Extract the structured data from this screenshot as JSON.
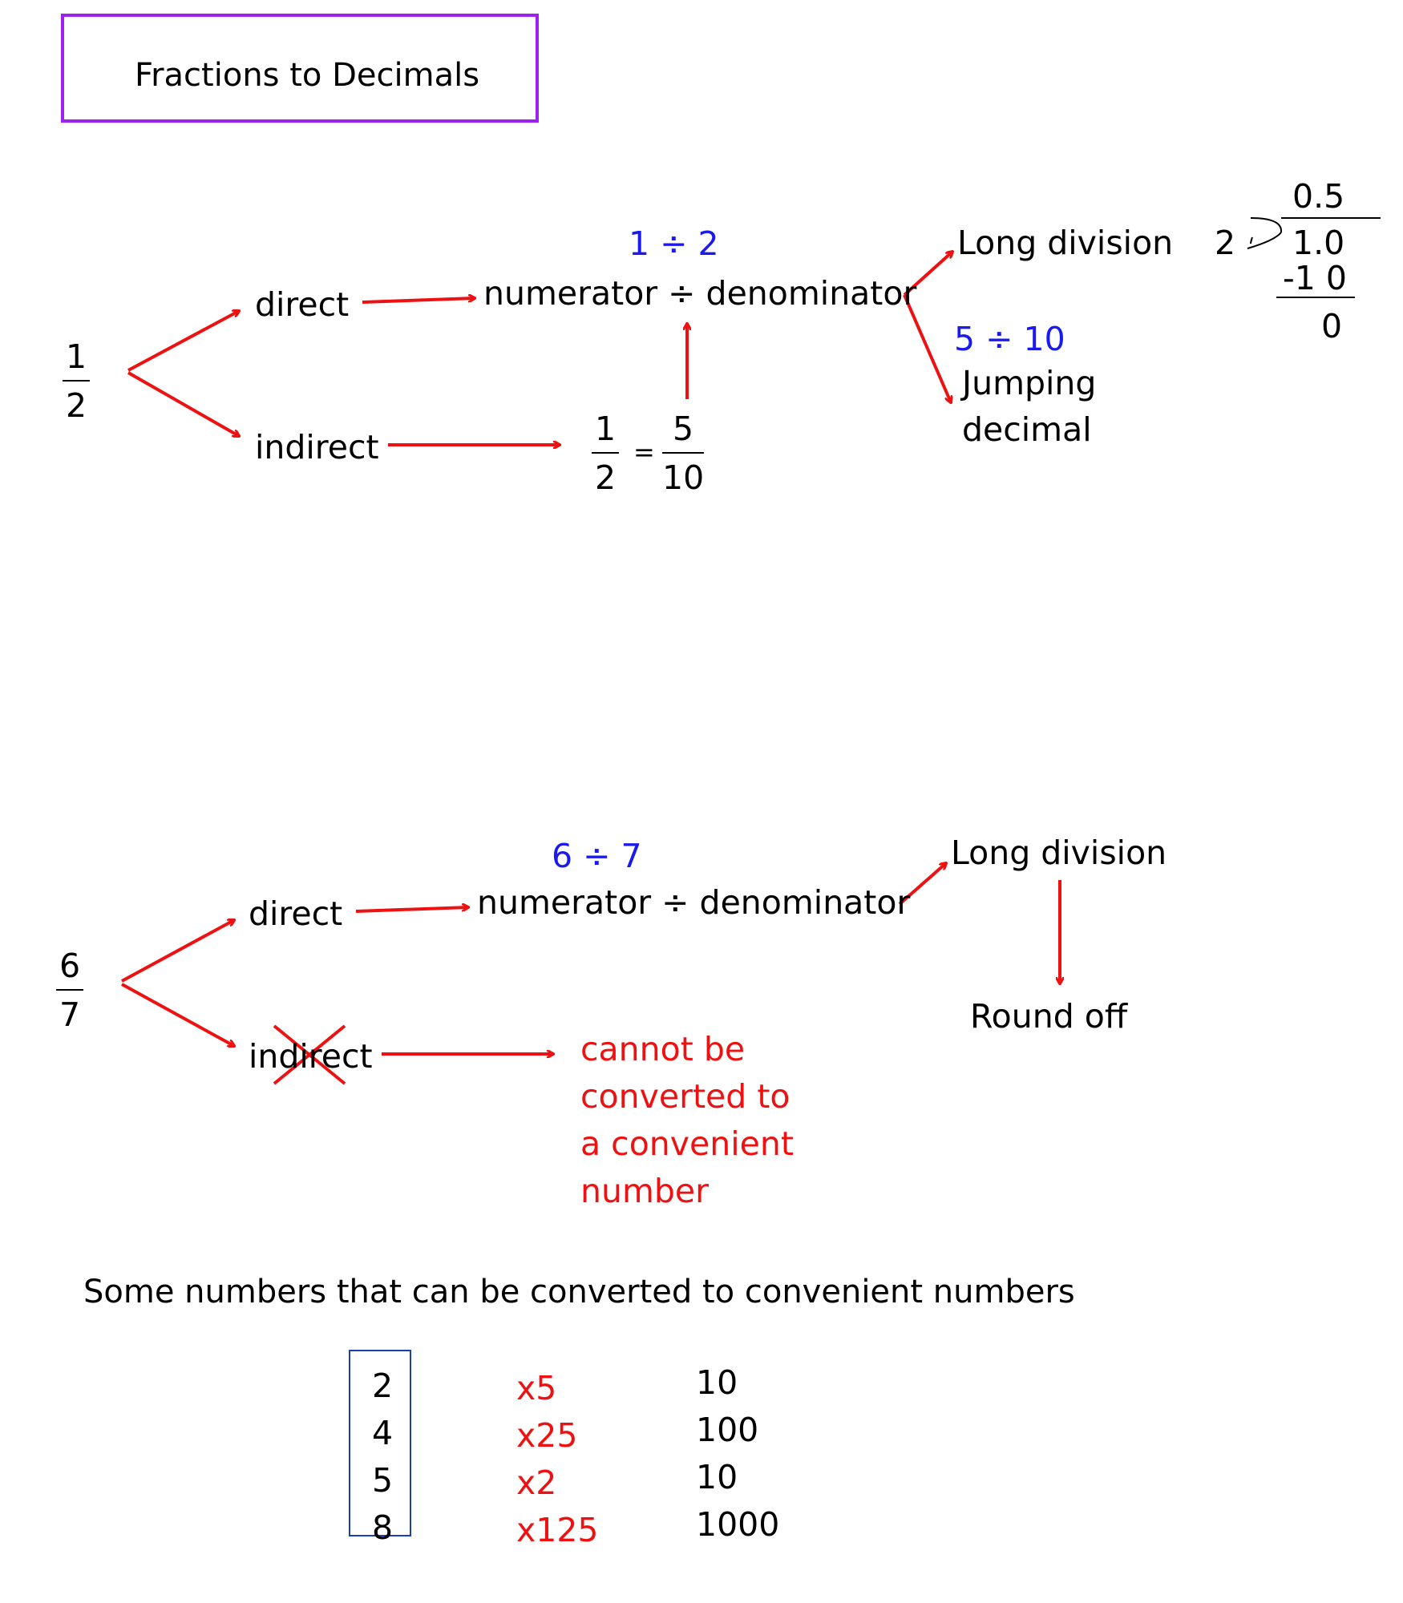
{
  "title": "Fractions to Decimals",
  "section1": {
    "fraction": {
      "numerator": "1",
      "denominator": "2"
    },
    "direct_label": "direct",
    "indirect_label": "indirect",
    "expression_blue": "1 ÷ 2",
    "numerator_div_denominator": "numerator ÷ denominator",
    "equivalent": {
      "left_num": "1",
      "left_den": "2",
      "equals": "=",
      "right_num": "5",
      "right_den": "10"
    },
    "long_division_label": "Long division",
    "jump_expression_blue": "5 ÷ 10",
    "jumping_decimal_line1": "Jumping",
    "jumping_decimal_line2": "decimal",
    "long_division_work": {
      "quotient": "0.5",
      "divisor": "2",
      "dividend": "1.0",
      "subtract": "-1 0",
      "remainder": "0"
    }
  },
  "section2": {
    "fraction": {
      "numerator": "6",
      "denominator": "7"
    },
    "direct_label": "direct",
    "indirect_label": "indirect",
    "expression_blue": "6 ÷ 7",
    "numerator_div_denominator": "numerator ÷ denominator",
    "long_division_label": "Long division",
    "round_off_label": "Round off",
    "cannot_convert_lines": [
      "cannot be",
      "converted to",
      "a convenient",
      "number"
    ]
  },
  "convenient": {
    "heading": "Some numbers that can be converted to convenient numbers",
    "denominators": [
      "2",
      "4",
      "5",
      "8"
    ],
    "multipliers": [
      "x5",
      "x25",
      "x2",
      "x125"
    ],
    "results": [
      "10",
      "100",
      "10",
      "1000"
    ]
  },
  "colors": {
    "arrow": "#ee1111",
    "blue_text": "#1a1aee",
    "title_border": "#a020f0",
    "box_border": "#1a3fb5"
  }
}
